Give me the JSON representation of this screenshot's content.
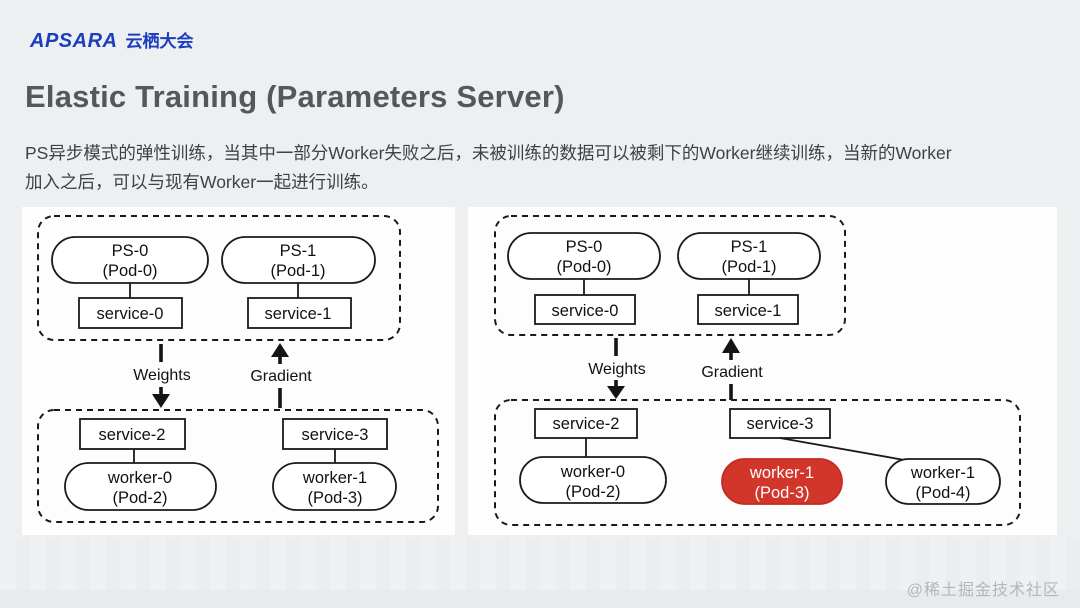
{
  "page": {
    "watermark": "@稀土掘金技术社区"
  },
  "header": {
    "logo_text": "APSARA",
    "logo_suffix": "云栖大会",
    "logo_color": "#1c3dbf"
  },
  "title": "Elastic Training (Parameters Server)",
  "description": {
    "line1": "PS异步模式的弹性训练，当其中一部分Worker失败之后，未被训练的数据可以被剩下的Worker继续训练，当新的Worker",
    "line2": "加入之后，可以与现有Worker一起进行训练。"
  },
  "colors": {
    "background": "#edeff1",
    "panel_bg": "#fdfdfe",
    "diagram_stroke": "#1a1a1a",
    "failed_worker_fill": "#d2352a",
    "failed_worker_text": "#ffffff",
    "title_color": "#54575c",
    "watermark_color": "#b4b7b9"
  },
  "diagram_left": {
    "ps0": {
      "line1": "PS-0",
      "line2": "(Pod-0)"
    },
    "ps1": {
      "line1": "PS-1",
      "line2": "(Pod-1)"
    },
    "service0": "service-0",
    "service1": "service-1",
    "weights": "Weights",
    "gradient": "Gradient",
    "service2": "service-2",
    "service3": "service-3",
    "worker0": {
      "line1": "worker-0",
      "line2": "(Pod-2)"
    },
    "worker1": {
      "line1": "worker-1",
      "line2": "(Pod-3)"
    }
  },
  "diagram_right": {
    "ps0": {
      "line1": "PS-0",
      "line2": "(Pod-0)"
    },
    "ps1": {
      "line1": "PS-1",
      "line2": "(Pod-1)"
    },
    "service0": "service-0",
    "service1": "service-1",
    "weights": "Weights",
    "gradient": "Gradient",
    "service2": "service-2",
    "service3": "service-3",
    "worker0": {
      "line1": "worker-0",
      "line2": "(Pod-2)"
    },
    "worker1_failed": {
      "line1": "worker-1",
      "line2": "(Pod-3)"
    },
    "worker1_new": {
      "line1": "worker-1",
      "line2": "(Pod-4)"
    }
  }
}
